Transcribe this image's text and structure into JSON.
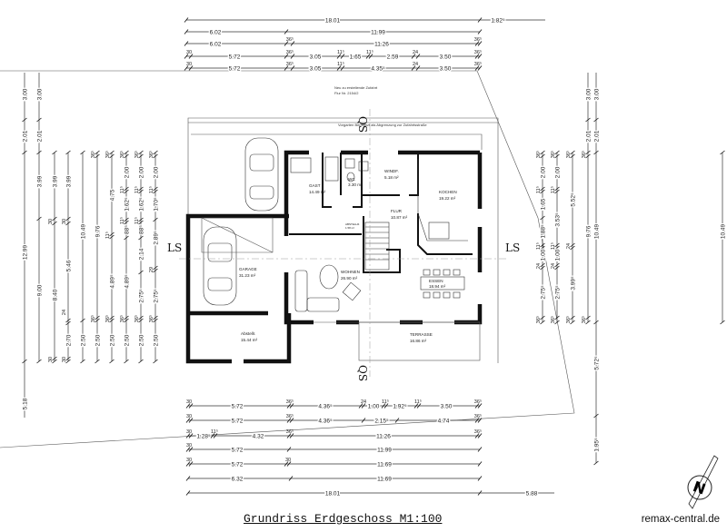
{
  "title": "Grundriss Erdgeschoss M1:100",
  "watermark": "remax-central.de",
  "compass_letter": "N",
  "notes": {
    "access_road": "Neu zu erstellende Zufahrt",
    "parcel": "Flur Nr. 2154/2",
    "front_garden": "Vorgarten Bepflanzt als Abgrenzung zur Zufahrtsstraße"
  },
  "section_markers": {
    "qs_top": "QS",
    "qs_bottom": "QS",
    "ls_left": "LS",
    "ls_right": "LS"
  },
  "rooms": [
    {
      "name": "GAST",
      "area": "14.49 m²"
    },
    {
      "name": "WC",
      "area": "3.30 m²"
    },
    {
      "name": "WINDF.",
      "area": "5.18 m²"
    },
    {
      "name": "KOCHEN",
      "area": "19.22 m²"
    },
    {
      "name": "FLUR",
      "area": "10.87 m²"
    },
    {
      "name": "ABSTELLR.",
      "area": "1.58 m²"
    },
    {
      "name": "GARAGE",
      "area": "31.23 m²"
    },
    {
      "name": "WOHNEN",
      "area": "26.90 m²"
    },
    {
      "name": "ESSEN",
      "area": "18.94 m²"
    },
    {
      "name": "Abstellr.",
      "area": "15.44 m²"
    },
    {
      "name": "TERRASSE",
      "area": "16.86 m²"
    }
  ],
  "dimensions": {
    "top": [
      {
        "labels": [
          "18.01",
          "1.82⁵"
        ],
        "small": []
      },
      {
        "labels": [
          "6.02",
          "11.99"
        ],
        "small": []
      },
      {
        "labels": [
          "6.02",
          "11.26"
        ],
        "small": [
          "36⁵",
          "36⁵"
        ]
      },
      {
        "labels": [
          "5.72",
          "3.05",
          "1.65",
          "2.59",
          "3.50"
        ],
        "small": [
          "30",
          "36⁵",
          "11⁵",
          "11⁵",
          "24",
          "36⁵"
        ]
      },
      {
        "labels": [
          "5.72",
          "3.05",
          "4.35⁵",
          "3.50"
        ],
        "small": [
          "30",
          "36⁵",
          "11⁵",
          "24",
          "36⁵"
        ]
      }
    ],
    "bottom": [
      {
        "labels": [
          "5.72",
          "4.36⁵",
          "1.00",
          "1.92⁵",
          "3.50"
        ],
        "small": [
          "30",
          "36⁵",
          "24",
          "11⁵",
          "11⁵",
          "36⁵"
        ]
      },
      {
        "labels": [
          "5.72",
          "4.36⁵",
          "2.15⁵",
          "4.74"
        ],
        "small": [
          "30",
          "36⁵",
          "36⁵"
        ]
      },
      {
        "labels": [
          "1.28⁵",
          "4.32",
          "11.26"
        ],
        "small": [
          "30",
          "11⁵",
          "36⁵",
          "36⁵"
        ]
      },
      {
        "labels": [
          "5.72",
          "11.99"
        ],
        "small": [
          "30"
        ]
      },
      {
        "labels": [
          "5.72",
          "11.69"
        ],
        "small": [
          "30",
          "30"
        ]
      },
      {
        "labels": [
          "6.32",
          "11.69"
        ],
        "small": []
      },
      {
        "labels": [
          "18.01",
          "5.88"
        ],
        "small": []
      }
    ],
    "left": [
      {
        "labels": [
          "3.00",
          "2.01",
          "12.99",
          "5.18"
        ],
        "small": []
      },
      {
        "labels": [
          "3.00",
          "2.01",
          "3.99",
          "9.00"
        ],
        "small": []
      },
      {
        "labels": [
          "3.99",
          "8.40"
        ],
        "small": [
          "30",
          "30"
        ]
      },
      {
        "labels": [
          "3.99",
          "5.46",
          "2.70"
        ],
        "small": [
          "30",
          "24",
          "30"
        ]
      },
      {
        "labels": [
          "10.49",
          "2.50"
        ],
        "small": []
      },
      {
        "labels": [
          "9.76",
          "2.50"
        ],
        "small": [
          "36⁵",
          "36⁵"
        ]
      },
      {
        "labels": [
          "4.75",
          "4.89⁵",
          "2.50"
        ],
        "small": [
          "36⁵",
          "11⁵",
          "36⁵"
        ]
      },
      {
        "labels": [
          "2.00",
          "1.62⁵",
          "88⁵",
          "4.89⁵",
          "2.50"
        ],
        "small": [
          "36⁵",
          "11⁵",
          "11⁵",
          "36⁵"
        ]
      },
      {
        "labels": [
          "2.00",
          "1.62⁵",
          "88⁵",
          "2.14",
          "2.75⁵",
          "2.50"
        ],
        "small": [
          "36⁵",
          "11⁵",
          "11⁵",
          "36⁵"
        ]
      },
      {
        "labels": [
          "2.00",
          "1.70⁵",
          "2.89⁵",
          "2.75⁵",
          "2.50"
        ],
        "small": [
          "36⁵",
          "11⁵",
          "29",
          "36⁵"
        ]
      }
    ],
    "right": [
      {
        "labels": [
          "2.00",
          "1.65",
          "1.88⁵",
          "1.00",
          "2.75⁵"
        ],
        "small": [
          "36⁵",
          "11⁵",
          "11⁵",
          "24",
          "36⁵"
        ]
      },
      {
        "labels": [
          "2.00",
          "3.53⁵",
          "1.00",
          "2.75⁵"
        ],
        "small": [
          "36⁵",
          "11⁵",
          "11⁵",
          "24",
          "36⁵"
        ]
      },
      {
        "labels": [
          "5.52⁵",
          "3.99⁵"
        ],
        "small": [
          "36⁵",
          "24",
          "36⁵"
        ]
      },
      {
        "labels": [
          "3.00",
          "2.01",
          "9.76"
        ],
        "small": [
          "36⁵",
          "36⁵"
        ]
      },
      {
        "labels": [
          "3.00",
          "2.01",
          "10.49",
          "5.72⁵",
          "1.95⁵"
        ],
        "small": []
      },
      {
        "labels": [
          "10.49"
        ],
        "small": []
      }
    ]
  }
}
